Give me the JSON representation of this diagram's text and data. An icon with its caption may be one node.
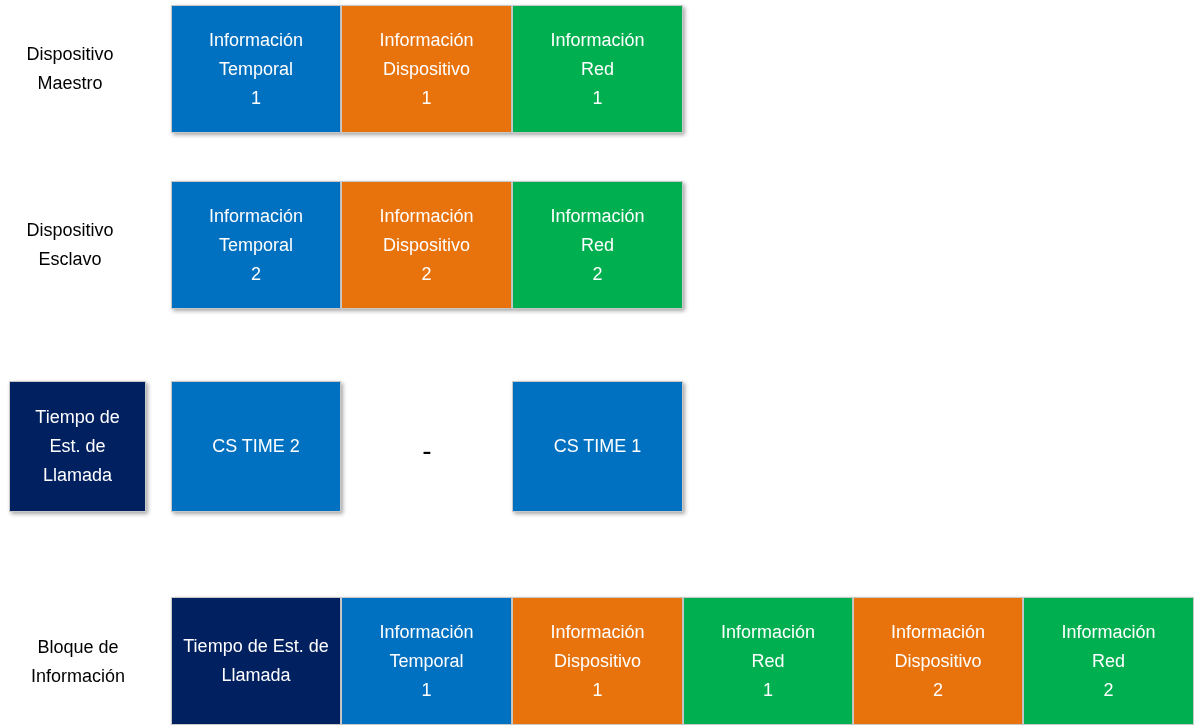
{
  "diagram": {
    "nodes": [
      {
        "text": [
          "Información Temporal 1"
        ]
      },
      {
        "text": [
          "Información Dispositivo 1"
        ]
      },
      {
        "text": [
          "Información Red 1"
        ]
      },
      {
        "text": [
          "Información Temporal 2"
        ]
      },
      {
        "text": [
          "Información Dispositivo 2"
        ]
      },
      {
        "text": [
          "Información Red 2"
        ]
      },
      {
        "text": [
          "Tiempo de Est. de Llamada"
        ]
      },
      {
        "text": [
          "CS TIME 2"
        ]
      },
      {
        "text": [
          "CS TIME 1"
        ]
      },
      {
        "text": [
          "Tiempo de Est. de Llamada"
        ]
      },
      {
        "text": [
          "Información Temporal 1"
        ]
      },
      {
        "text": [
          "Información Dispositivo 1"
        ]
      },
      {
        "text": [
          "Información Red 1"
        ]
      },
      {
        "text": [
          "Información Dispositivo 2"
        ]
      },
      {
        "text": [
          "Información Red 2"
        ]
      }
    ],
    "labels": [
      "Dispositivo Maestro",
      "Dispositivo Esclavo",
      "-",
      "Bloque de Información"
    ]
  }
}
